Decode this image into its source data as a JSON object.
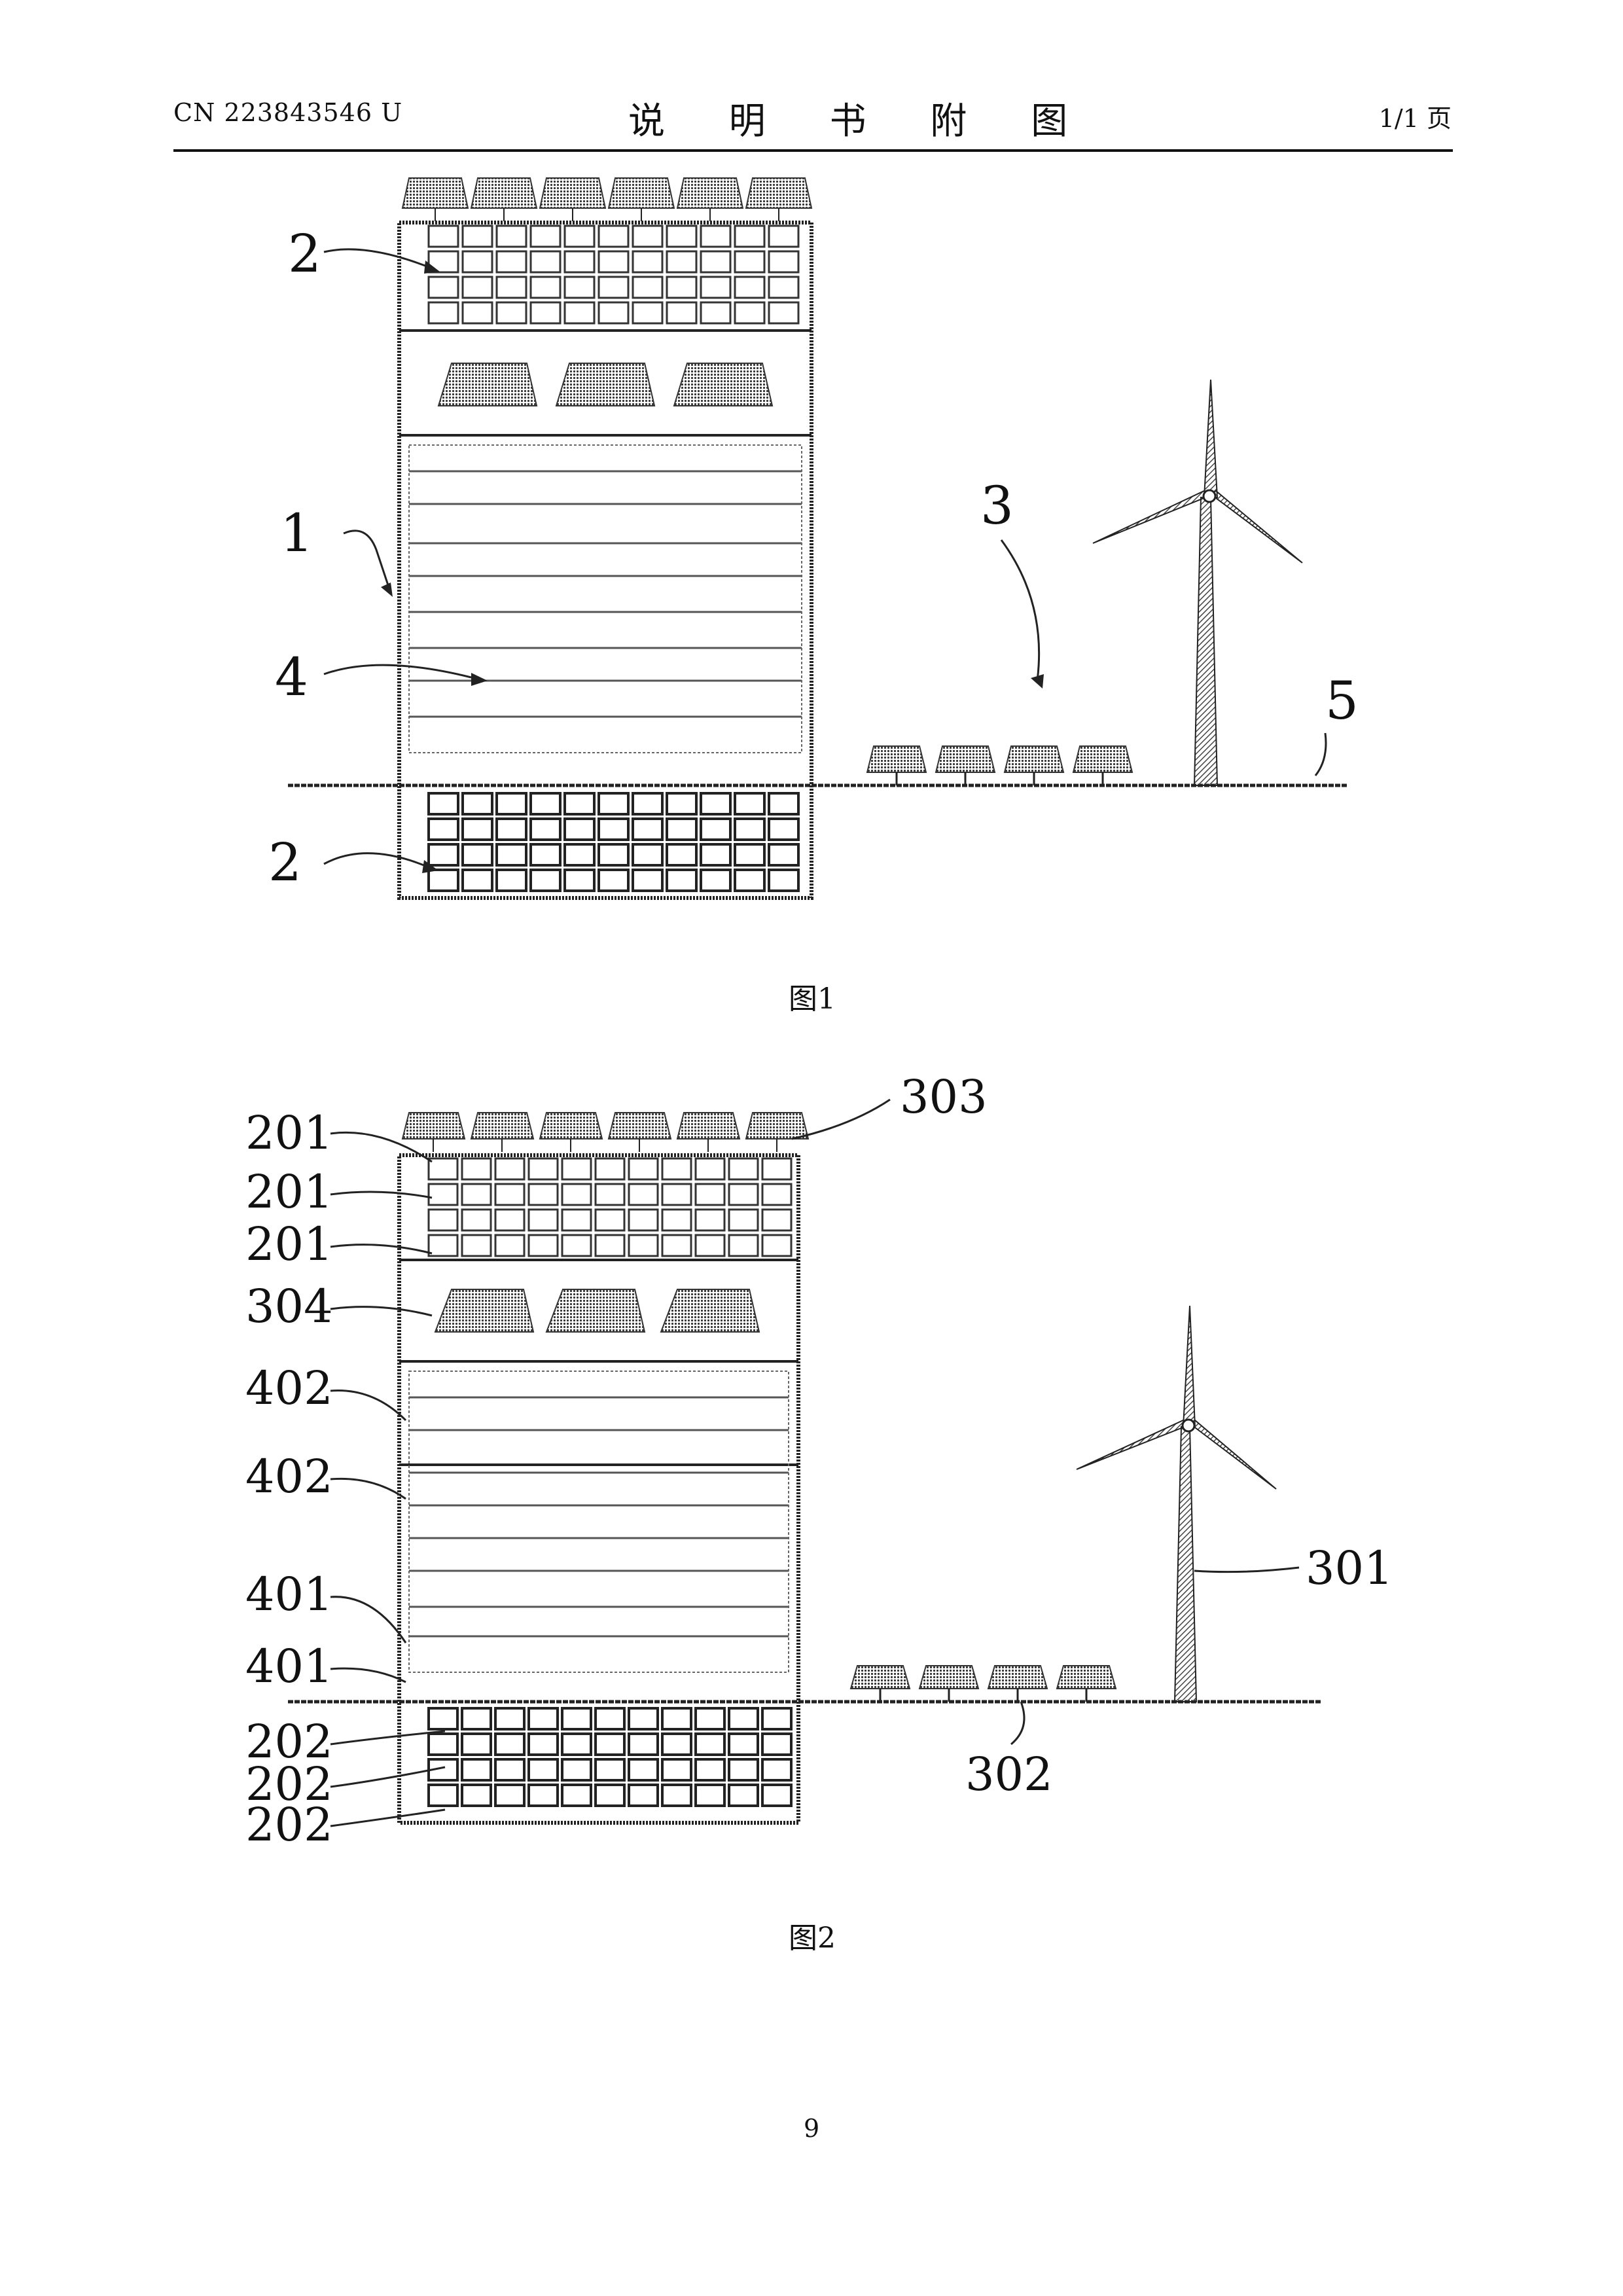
{
  "header": {
    "publication_number": "CN 223843546 U",
    "title": "说 明 书 附 图",
    "page_of": "1/1 页"
  },
  "figure1": {
    "caption": "图1",
    "labels": {
      "l2_top": "2",
      "l1": "1",
      "l4": "4",
      "l3": "3",
      "l5": "5",
      "l2_bottom": "2"
    }
  },
  "figure2": {
    "caption": "图2",
    "labels": {
      "a201": "201",
      "b201": "201",
      "c201": "201",
      "l304": "304",
      "a402": "402",
      "b402": "402",
      "a401": "401",
      "b401": "401",
      "a202": "202",
      "b202": "202",
      "c202": "202",
      "l303": "303",
      "l301": "301",
      "l302": "302"
    }
  },
  "footer": {
    "page_number": "9"
  },
  "colors": {
    "ink": "#111111",
    "hatch": "#555555"
  }
}
